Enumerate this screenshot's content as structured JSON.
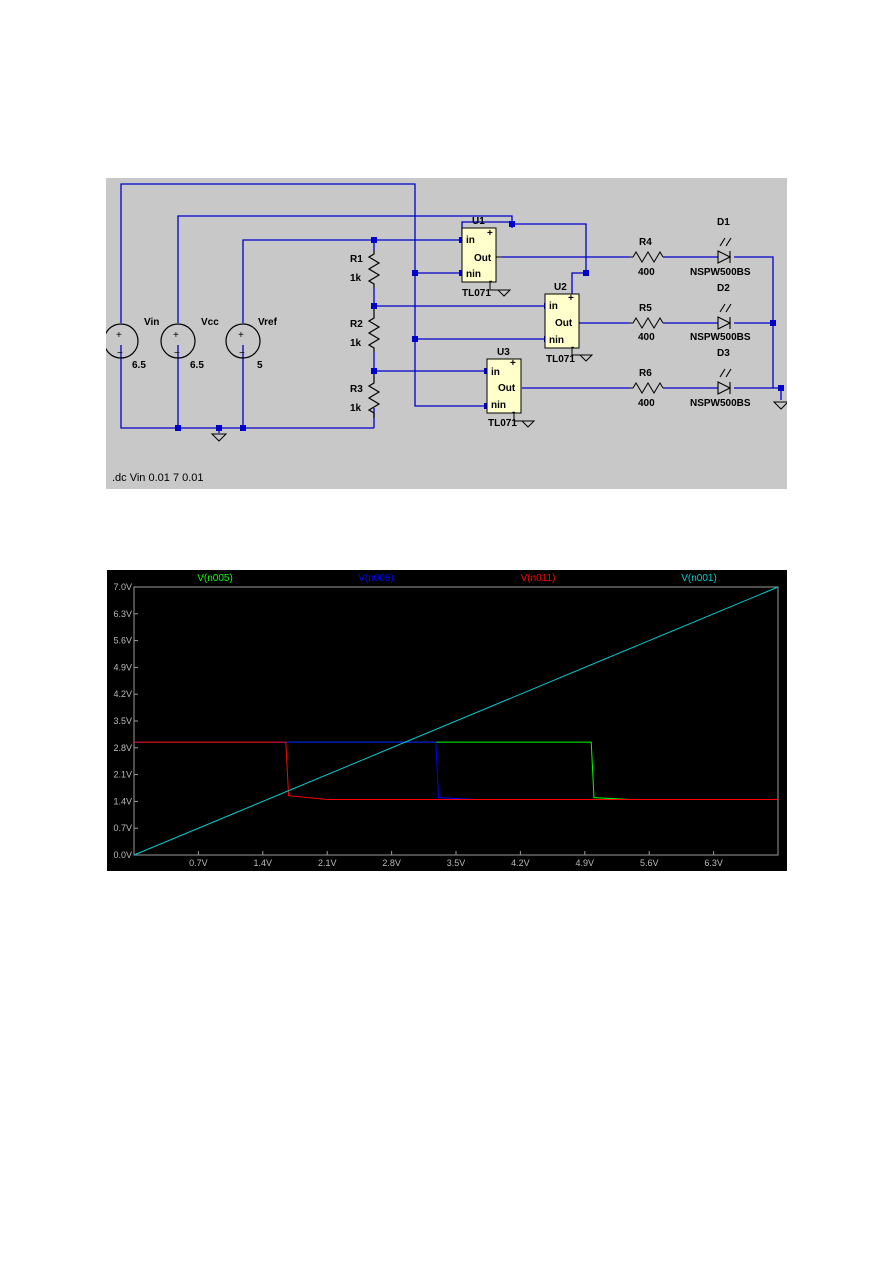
{
  "schematic": {
    "sources": [
      {
        "name": "Vin",
        "value": "6.5"
      },
      {
        "name": "Vcc",
        "value": "6.5"
      },
      {
        "name": "Vref",
        "value": "5"
      }
    ],
    "resistors": [
      {
        "name": "R1",
        "value": "1k"
      },
      {
        "name": "R2",
        "value": "1k"
      },
      {
        "name": "R3",
        "value": "1k"
      },
      {
        "name": "R4",
        "value": "400"
      },
      {
        "name": "R5",
        "value": "400"
      },
      {
        "name": "R6",
        "value": "400"
      }
    ],
    "opamps": [
      {
        "name": "U1",
        "model": "TL071",
        "pin_in": "in",
        "pin_out": "Out",
        "pin_nin": "nin",
        "plus": "+",
        "minus": "-"
      },
      {
        "name": "U2",
        "model": "TL071",
        "pin_in": "in",
        "pin_out": "Out",
        "pin_nin": "nin",
        "plus": "+",
        "minus": "-"
      },
      {
        "name": "U3",
        "model": "TL071",
        "pin_in": "in",
        "pin_out": "Out",
        "pin_nin": "nin",
        "plus": "+",
        "minus": "-"
      }
    ],
    "diodes": [
      {
        "name": "D1",
        "model": "NSPW500BS"
      },
      {
        "name": "D2",
        "model": "NSPW500BS"
      },
      {
        "name": "D3",
        "model": "NSPW500BS"
      }
    ],
    "directive": ".dc Vin 0.01 7 0.01",
    "colors": {
      "background": "#c8c8c8",
      "wire": "#0000cc",
      "opamp_fill": "#ffffcc",
      "component": "#000000"
    }
  },
  "chart_data": {
    "type": "line",
    "title": "",
    "xlabel": "",
    "ylabel": "",
    "xlim": [
      0,
      7.0
    ],
    "ylim": [
      0,
      7.0
    ],
    "x_ticks": [
      "0.7V",
      "1.4V",
      "2.1V",
      "2.8V",
      "3.5V",
      "4.2V",
      "4.9V",
      "5.6V",
      "6.3V"
    ],
    "x_tick_values": [
      0.7,
      1.4,
      2.1,
      2.8,
      3.5,
      4.2,
      4.9,
      5.6,
      6.3
    ],
    "y_ticks": [
      "0.0V",
      "0.7V",
      "1.4V",
      "2.1V",
      "2.8V",
      "3.5V",
      "4.2V",
      "4.9V",
      "5.6V",
      "6.3V",
      "7.0V"
    ],
    "y_tick_values": [
      0,
      0.7,
      1.4,
      2.1,
      2.8,
      3.5,
      4.2,
      4.9,
      5.6,
      6.3,
      7.0
    ],
    "grid": false,
    "legend_position": "top",
    "series": [
      {
        "name": "V(n005)",
        "color": "#00ff00",
        "x": [
          0,
          4.97,
          5.0,
          5.4,
          7.0
        ],
        "y": [
          2.95,
          2.95,
          1.5,
          1.45,
          1.45
        ]
      },
      {
        "name": "V(n008)",
        "color": "#0000ff",
        "x": [
          0,
          3.28,
          3.31,
          3.7,
          7.0
        ],
        "y": [
          2.95,
          2.95,
          1.5,
          1.45,
          1.45
        ]
      },
      {
        "name": "V(n011)",
        "color": "#ff0000",
        "x": [
          0,
          1.65,
          1.68,
          2.1,
          7.0
        ],
        "y": [
          2.95,
          2.95,
          1.55,
          1.45,
          1.45
        ]
      },
      {
        "name": "V(n001)",
        "color": "#00cccc",
        "x": [
          0,
          7.0
        ],
        "y": [
          0,
          7.0
        ]
      }
    ]
  }
}
